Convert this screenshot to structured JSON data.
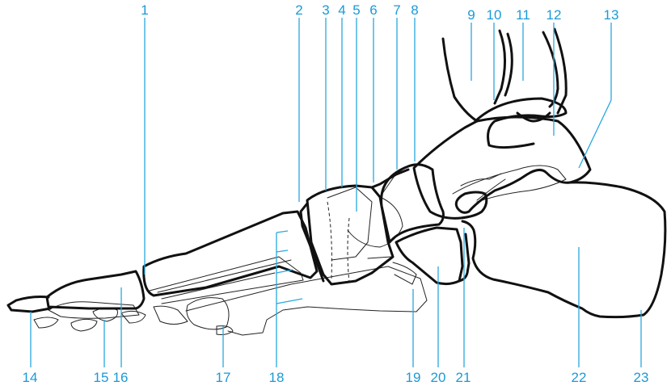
{
  "labels": [
    "1",
    "2",
    "3",
    "4",
    "5",
    "6",
    "7",
    "8",
    "9",
    "10",
    "11",
    "12",
    "13",
    "14",
    "15",
    "16",
    "17",
    "18",
    "19",
    "20",
    "21",
    "22",
    "23"
  ],
  "colors": {
    "label": "#1a9ad6",
    "leader": "#29a8df",
    "outline": "#111111"
  }
}
